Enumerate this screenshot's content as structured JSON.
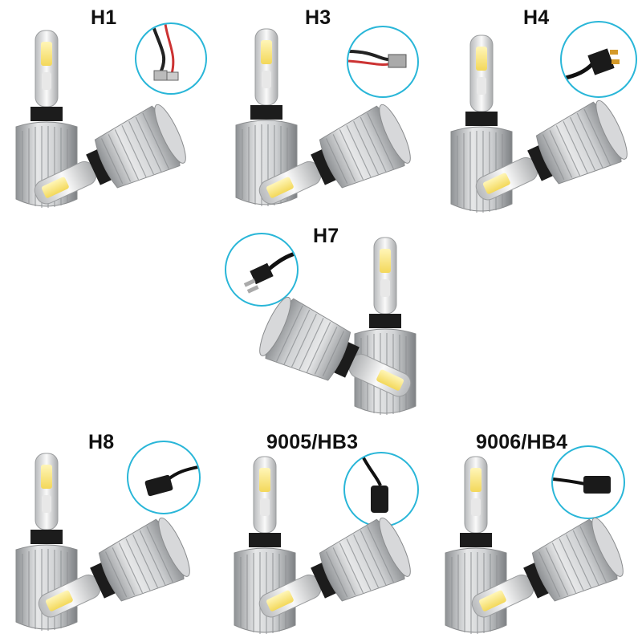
{
  "colors": {
    "inset_ring": "#29b6d8",
    "heatsink": "#c9cbcd",
    "chip": "#f7e27a",
    "h8_ring": "#2a7fd4",
    "hb3_ring": "#f0c419",
    "hb4_ring": "#d03a1c",
    "h7_ring": "#b03020"
  },
  "bulbs": [
    {
      "id": "h1",
      "label": "H1",
      "connector": "two-wire-pin-icon"
    },
    {
      "id": "h3",
      "label": "H3",
      "connector": "two-wire-pin-icon"
    },
    {
      "id": "h4",
      "label": "H4",
      "connector": "h4-plug-icon"
    },
    {
      "id": "h7",
      "label": "H7",
      "connector": "two-pin-plug-icon"
    },
    {
      "id": "h8",
      "label": "H8",
      "connector": "socket-plug-icon"
    },
    {
      "id": "hb3",
      "label": "9005/HB3",
      "connector": "socket-plug-icon"
    },
    {
      "id": "hb4",
      "label": "9006/HB4",
      "connector": "socket-plug-icon"
    }
  ]
}
